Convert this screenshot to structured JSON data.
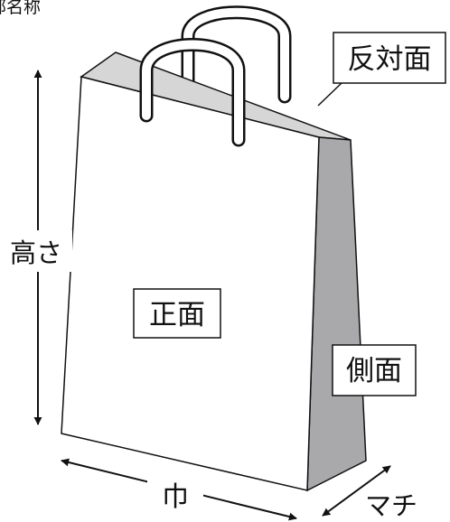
{
  "title": "部名称",
  "labels": {
    "back": "反対面",
    "front": "正面",
    "side": "側面",
    "height": "高さ",
    "width": "巾",
    "gusset": "マチ"
  },
  "colors": {
    "line": "#111111",
    "side_fill": "#a9a9ab",
    "interior_fill": "#d6d6d6",
    "background": "#ffffff"
  }
}
